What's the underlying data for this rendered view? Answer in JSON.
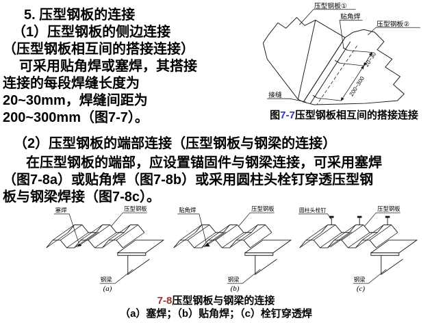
{
  "colors": {
    "background": "#ffffff",
    "body_text": "#000000",
    "fig77_number_blue": "#3333cc",
    "fig78_number_red": "#993333",
    "drawing_line": "#1a1a1a"
  },
  "intro": {
    "lines": [
      "5. 压型钢板的连接",
      "（1）压型钢板的侧边连接",
      "（压型钢板相互间的搭接连接）",
      "可采用贴角焊或塞焊，其搭接",
      "连接的每段焊缝长度为",
      "20~30mm，焊缝间距为",
      "200~300mm（图7-7）。"
    ]
  },
  "fig77": {
    "labels": {
      "plate1": "压型钢板①",
      "fillet_weld": "贴角焊",
      "plate2": "压型钢板②",
      "dim_small": "20~30",
      "dim_large": "200~300",
      "seam": "接缝"
    },
    "caption": {
      "prefix": "图",
      "number": "7-7",
      "text": "压型钢板相互间的搭接连接"
    }
  },
  "section2": {
    "heading": "（2）压型钢板的端部连接（压型钢板与钢梁的连接）",
    "lines": [
      "在压型钢板的端部，应设置锚固件与钢梁连接，可采用塞焊",
      "（图7-8a）或贴角焊（图7-8b）或采用圆柱头栓钉穿透压型钢",
      "板与钢梁焊接（图7-8c）。"
    ]
  },
  "fig78": {
    "subfigures": [
      {
        "tag": "(a)",
        "weld": "塞焊",
        "plate": "压型钢板",
        "beam": "钢梁"
      },
      {
        "tag": "(b)",
        "weld": "贴角焊",
        "plate": "压型钢板",
        "beam": "钢梁"
      },
      {
        "tag": "(c)",
        "weld": "圆柱头栓钉",
        "plate": "压型钢板",
        "beam": "钢梁"
      }
    ],
    "caption": {
      "number": "7-8",
      "text": "压型钢板与钢梁的连接",
      "line2": "（a）塞焊；（b）贴角焊；（c）栓钉穿透焊"
    }
  }
}
